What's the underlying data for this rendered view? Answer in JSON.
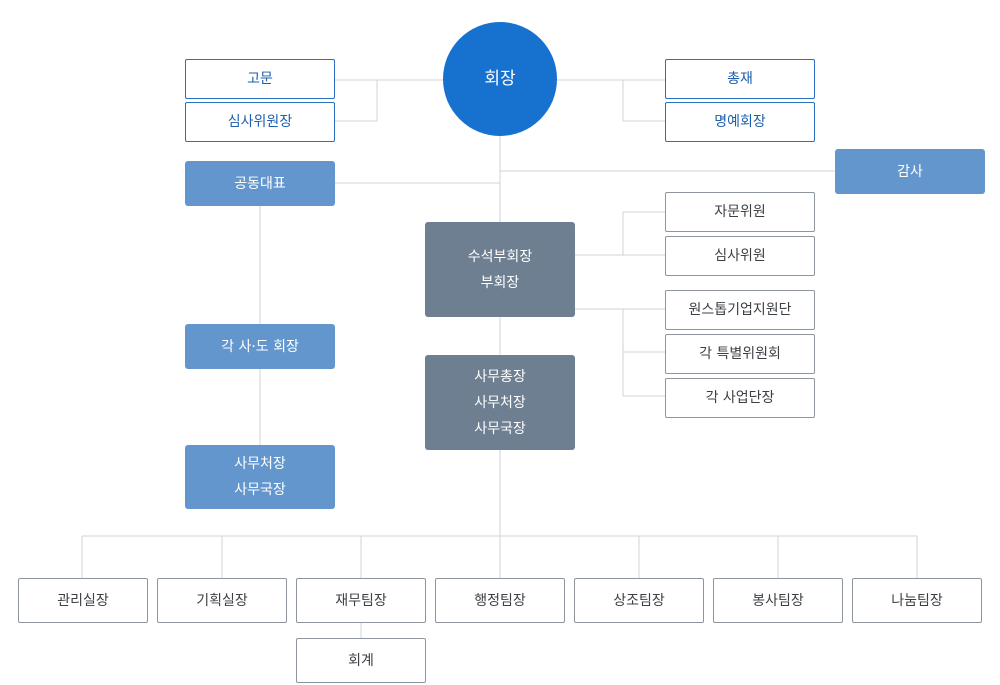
{
  "chairman": "회장",
  "left_advisors": [
    "고문",
    "심사위원장"
  ],
  "right_officers": [
    "총재",
    "명예회장"
  ],
  "co_ceo": "공동대표",
  "auditor": "감사",
  "vice_chairman": [
    "수석부회장",
    "부회장"
  ],
  "committees_upper": [
    "자문위원",
    "심사위원"
  ],
  "committees_lower": [
    "원스톱기업지원단",
    "각 특별위원회",
    "각 사업단장"
  ],
  "regional_chair": "각 사·도 회장",
  "regional_secretary": [
    "사무처장",
    "사무국장"
  ],
  "secretariat": [
    "사무총장",
    "사무처장",
    "사무국장"
  ],
  "teams": [
    "관리실장",
    "기획실장",
    "재무팀장",
    "행정팀장",
    "상조팀장",
    "봉사팀장",
    "나눔팀장"
  ],
  "accounting": "회계",
  "colors": {
    "line": "#cfd3d8",
    "circle": "#1771cf",
    "fill_blue": "#6396cd",
    "fill_gray": "#6e7f92",
    "outline_blue": "#2a6fc0"
  }
}
